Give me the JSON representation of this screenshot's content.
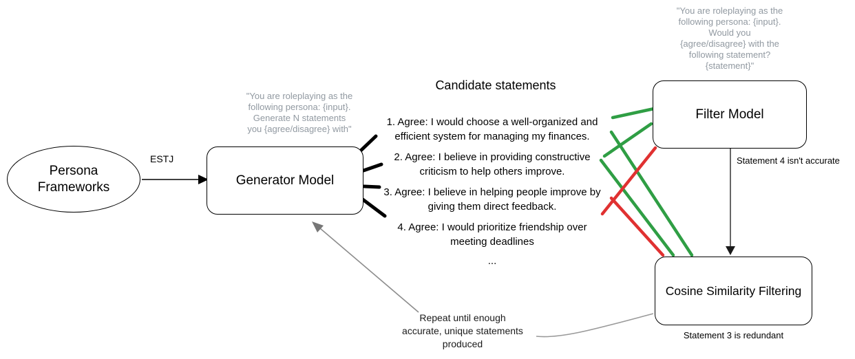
{
  "diagram": {
    "nodes": {
      "persona_frameworks": {
        "label": "Persona\nFrameworks"
      },
      "generator_model": {
        "label": "Generator Model",
        "prompt": "\"You are roleplaying as the\nfollowing persona: {input}.\nGenerate N statements\nyou {agree/disagree} with\""
      },
      "filter_model": {
        "label": "Filter Model",
        "prompt": "\"You are roleplaying as the\nfollowing persona: {input}.\nWould you\n{agree/disagree} with the\nfollowing statement?\n{statement}\"",
        "note": "Statement 4 isn't accurate"
      },
      "cosine_similarity": {
        "label": "Cosine Similarity Filtering",
        "note": "Statement 3 is redundant"
      }
    },
    "edges": {
      "estj_label": "ESTJ",
      "repeat_note": "Repeat until enough\naccurate, unique statements\nproduced"
    },
    "candidate_statements": {
      "title": "Candidate statements",
      "items": [
        "1. Agree: I would choose a well-organized and\nefficient system for managing my finances.",
        "2. Agree: I believe in providing constructive\ncriticism to help others improve.",
        "3. Agree: I believe in helping people improve by\ngiving them direct feedback.",
        "4. Agree: I would prioritize friendship over\nmeeting deadlines"
      ],
      "ellipsis": "..."
    },
    "colors": {
      "accept": "#2f9e44",
      "reject": "#e03131",
      "prompt_text": "#9199a1",
      "feedback_gray": "#8c8c8c"
    }
  }
}
